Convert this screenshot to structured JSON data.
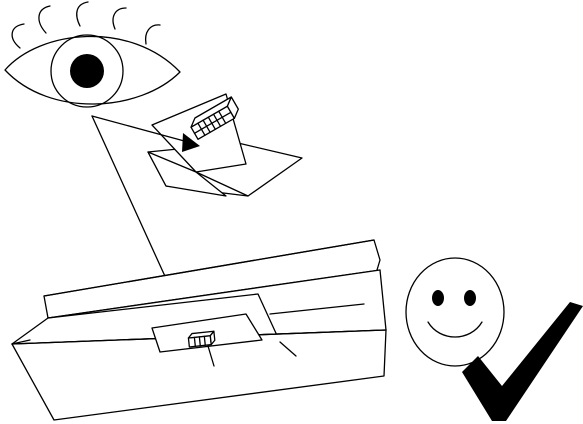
{
  "illustration": {
    "elements": [
      {
        "name": "eye",
        "icon": "eye-icon"
      },
      {
        "name": "open-folder",
        "icon": "open-folder-icon"
      },
      {
        "name": "hand-held-scanner",
        "icon": "scanner-icon"
      },
      {
        "name": "open-box",
        "icon": "open-box-icon"
      },
      {
        "name": "smiley-face",
        "icon": "smiley-icon"
      },
      {
        "name": "checkmark",
        "icon": "checkmark-icon"
      }
    ],
    "colors": {
      "ink": "#000000",
      "background": "#ffffff"
    }
  }
}
